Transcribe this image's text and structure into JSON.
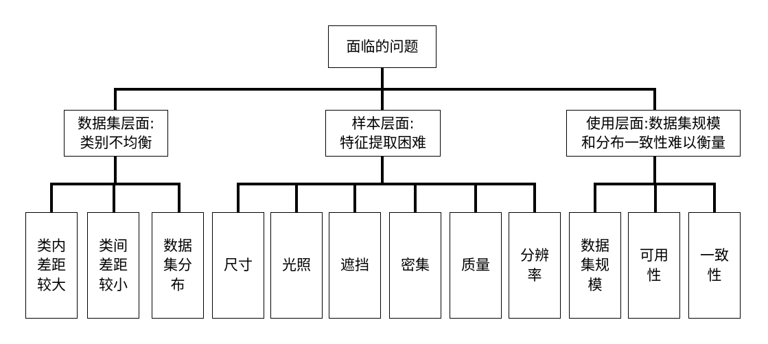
{
  "root": {
    "label": "面临的问题"
  },
  "categories": [
    {
      "line1": "数据集层面:",
      "line2": "类别不均衡",
      "children": [
        {
          "lines": [
            "类内",
            "差距",
            "较大"
          ]
        },
        {
          "lines": [
            "类间",
            "差距",
            "较小"
          ]
        },
        {
          "lines": [
            "数据",
            "集分",
            "布"
          ]
        }
      ]
    },
    {
      "line1": "样本层面:",
      "line2": "特征提取困难",
      "children": [
        {
          "lines": [
            "尺寸"
          ]
        },
        {
          "lines": [
            "光照"
          ]
        },
        {
          "lines": [
            "遮挡"
          ]
        },
        {
          "lines": [
            "密集"
          ]
        },
        {
          "lines": [
            "质量"
          ]
        },
        {
          "lines": [
            "分辨",
            "率"
          ]
        }
      ]
    },
    {
      "line1": "使用层面:数据集规模",
      "line2": "和分布一致性难以衡量",
      "children": [
        {
          "lines": [
            "数据",
            "集规",
            "模"
          ]
        },
        {
          "lines": [
            "可用",
            "性"
          ]
        },
        {
          "lines": [
            "一致",
            "性"
          ]
        }
      ]
    }
  ]
}
